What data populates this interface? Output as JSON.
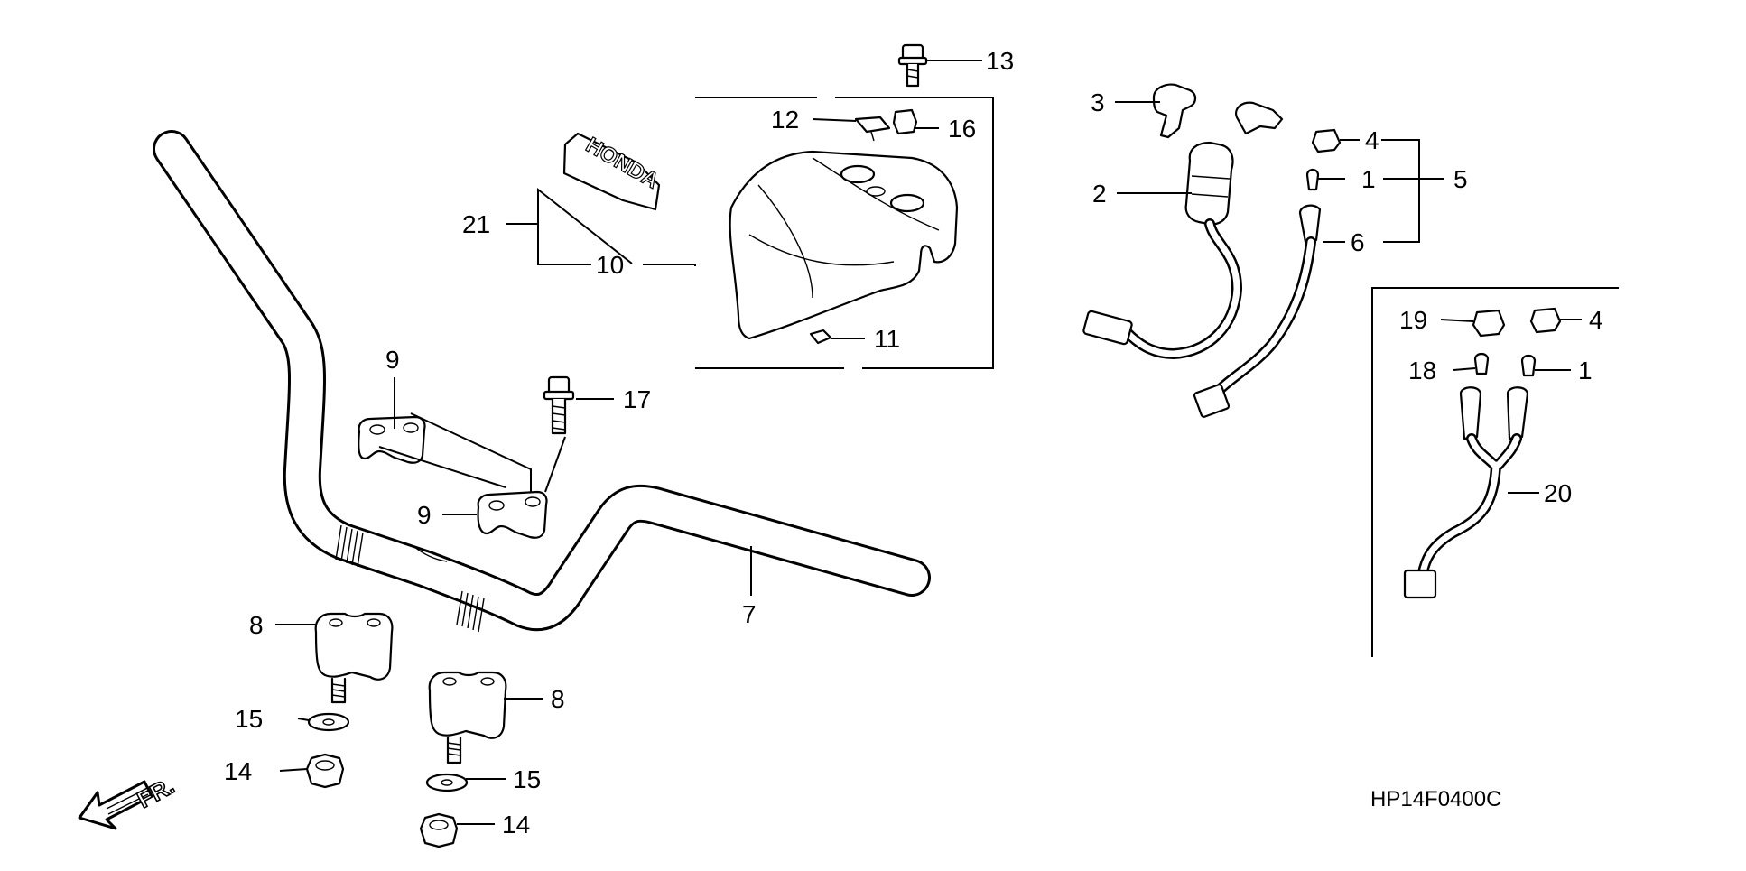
{
  "diagram_code": "HP14F0400C",
  "front_marker": "FR.",
  "brand_text": "HONDA",
  "callouts": {
    "c1a": "1",
    "c1b": "1",
    "c2": "2",
    "c3": "3",
    "c4a": "4",
    "c4b": "4",
    "c5": "5",
    "c6": "6",
    "c7": "7",
    "c8a": "8",
    "c8b": "8",
    "c9a": "9",
    "c9b": "9",
    "c10": "10",
    "c11": "11",
    "c12": "12",
    "c13": "13",
    "c14a": "14",
    "c14b": "14",
    "c15a": "15",
    "c15b": "15",
    "c16": "16",
    "c17": "17",
    "c18": "18",
    "c19": "19",
    "c20": "20",
    "c21": "21"
  }
}
